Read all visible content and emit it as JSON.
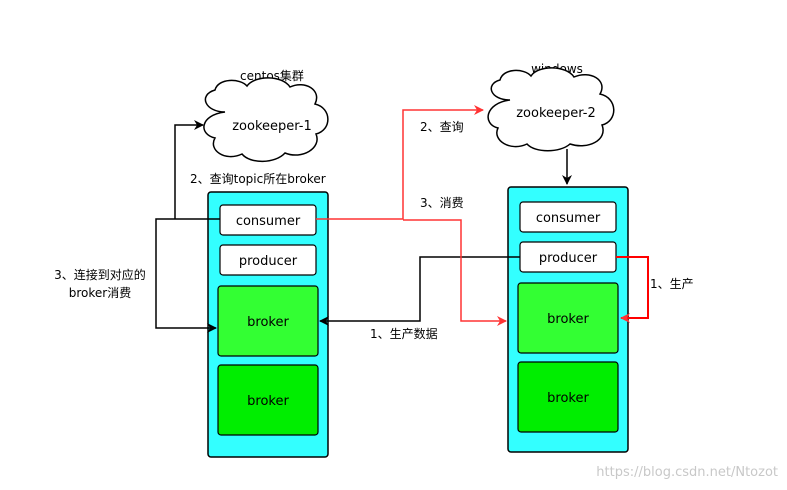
{
  "colors": {
    "panel": "#33ffff",
    "broker_a": "#33ff33",
    "broker_b": "#00ee00",
    "red": "#ff3333",
    "black": "#000000"
  },
  "left_cluster": {
    "caption": "centos集群",
    "cloud_label": "zookeeper-1",
    "consumer": "consumer",
    "producer": "producer",
    "broker_1": "broker",
    "broker_2": "broker"
  },
  "right_cluster": {
    "caption": "windows",
    "cloud_label": "zookeeper-2",
    "consumer": "consumer",
    "producer": "producer",
    "broker_1": "broker",
    "broker_2": "broker"
  },
  "edges": {
    "query_topic_broker": "2、查询topic所在broker",
    "query": "2、查询",
    "consume": "3、消费",
    "connect_line1": "3、连接到对应的",
    "connect_line2": "broker消费",
    "produce": "1、生产",
    "produce_data": "1、生产数据"
  },
  "watermark": "https://blog.csdn.net/Ntozot"
}
